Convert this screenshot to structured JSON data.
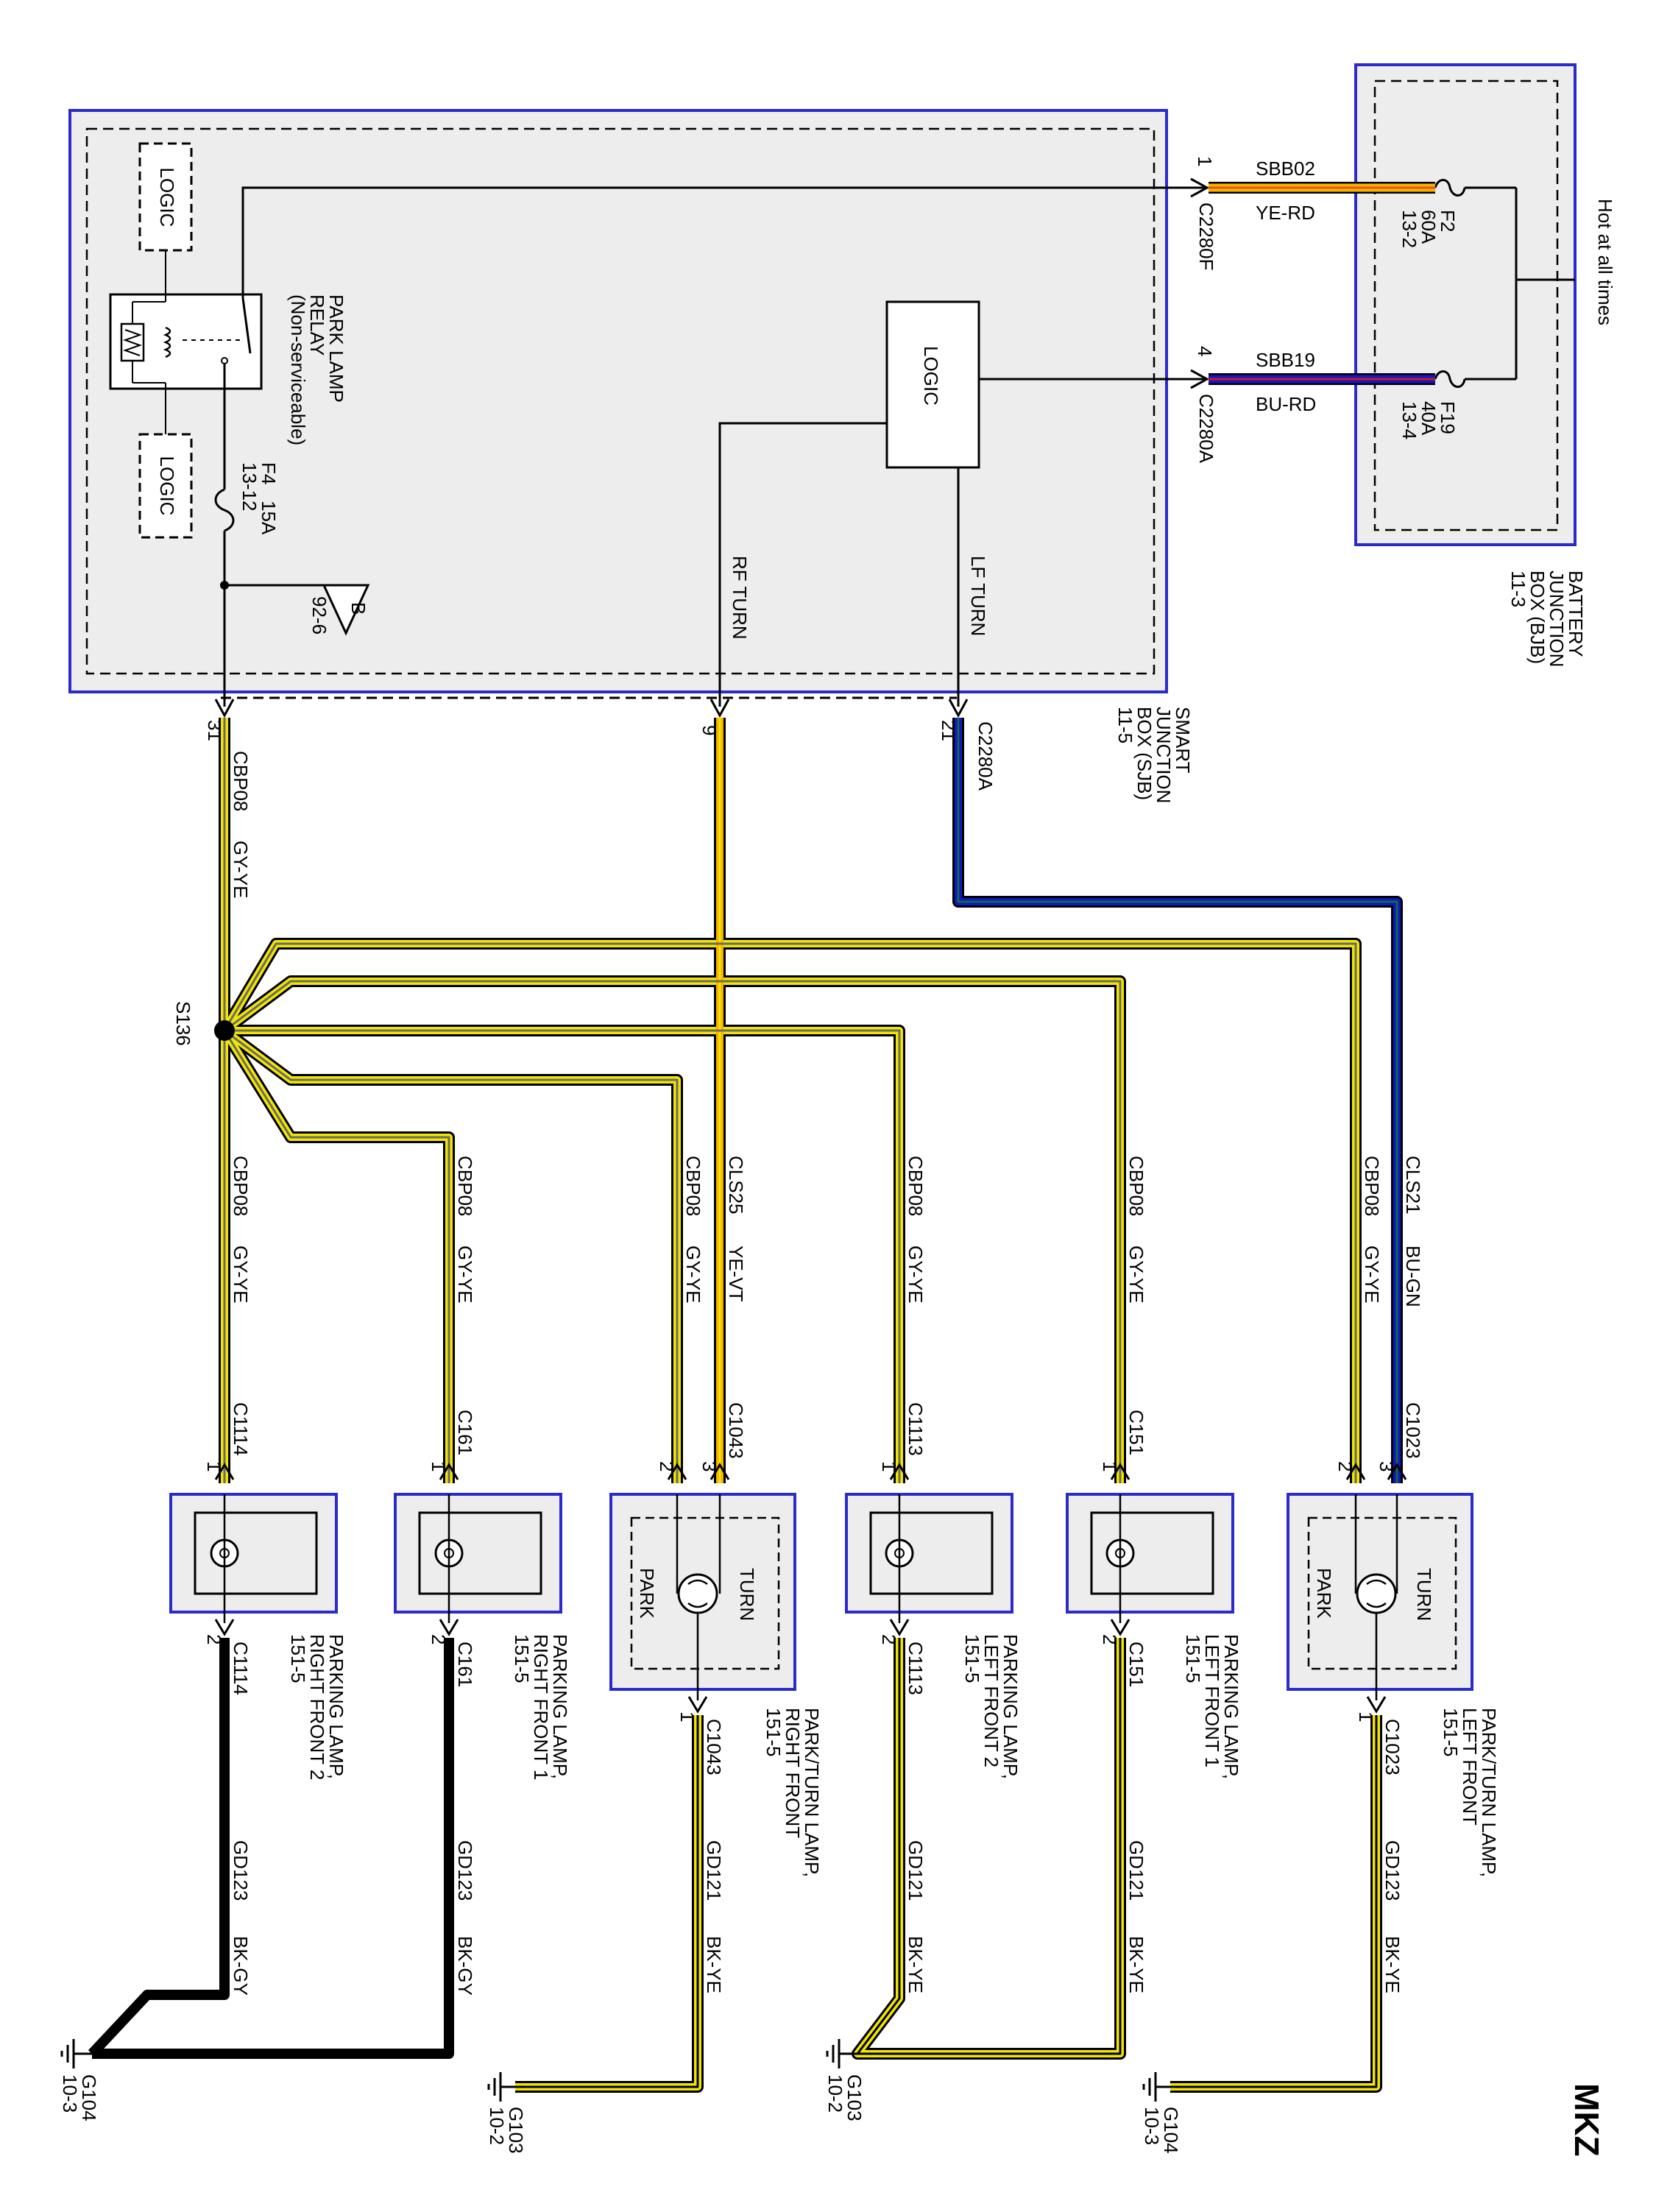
{
  "model": "MKZ",
  "hot_label": "Hot at all times",
  "bjb": {
    "label_l1": "BATTERY",
    "label_l2": "JUNCTION",
    "label_l3": "BOX (BJB)",
    "label_l4": "11-3",
    "fuse_f2": {
      "name": "F2",
      "rating": "60A",
      "ref": "13-2"
    },
    "fuse_f19": {
      "name": "F19",
      "rating": "40A",
      "ref": "13-4"
    }
  },
  "sjb": {
    "label_l1": "SMART",
    "label_l2": "JUNCTION",
    "label_l3": "BOX (SJB)",
    "label_l4": "11-5",
    "logic": "LOGIC",
    "relay_l1": "PARK LAMP",
    "relay_l2": "RELAY",
    "relay_l3": "(Non-serviceable)",
    "fuse_f4": {
      "name": "F4",
      "rating": "15A",
      "ref": "13-12"
    },
    "ground_ref": "92-6",
    "ground_letter": "B",
    "rf_turn": "RF TURN",
    "lf_turn": "LF TURN"
  },
  "connectors": {
    "c2280f": "C2280F",
    "c2280a": "C2280A",
    "pin1": "1",
    "pin4": "4",
    "pin31": "31",
    "pin9": "9",
    "pin21": "21"
  },
  "circuits": {
    "sbb02": {
      "name": "SBB02",
      "color": "YE-RD"
    },
    "sbb19": {
      "name": "SBB19",
      "color": "BU-RD"
    },
    "cbp08": {
      "name": "CBP08",
      "color": "GY-YE"
    },
    "cls25": {
      "name": "CLS25",
      "color": "YE-VT"
    },
    "cls21": {
      "name": "CLS21",
      "color": "BU-GN"
    },
    "gd123": {
      "name": "GD123",
      "color": "BK-GY"
    },
    "gd121": {
      "name": "GD121",
      "color": "BK-YE"
    },
    "gd123b": {
      "name": "GD123",
      "color": "BK-YE"
    }
  },
  "splice": "S136",
  "lamps": [
    {
      "title_l1": "PARKING LAMP,",
      "title_l2": "RIGHT FRONT 2",
      "ref": "151-5",
      "connector": "C1114",
      "pin_in": "1",
      "pin_out": "2"
    },
    {
      "title_l1": "PARKING LAMP,",
      "title_l2": "RIGHT FRONT 1",
      "ref": "151-5",
      "connector": "C161",
      "pin_in": "1",
      "pin_out": "2"
    },
    {
      "title_l1": "PARK/TURN LAMP,",
      "title_l2": "RIGHT FRONT",
      "ref": "151-5",
      "connector": "C1043",
      "pin_park": "2",
      "pin_turn": "3",
      "pin_out": "1",
      "park": "PARK",
      "turn": "TURN"
    },
    {
      "title_l1": "PARKING LAMP,",
      "title_l2": "LEFT FRONT 2",
      "ref": "151-5",
      "connector": "C1113",
      "pin_in": "1",
      "pin_out": "2"
    },
    {
      "title_l1": "PARKING LAMP,",
      "title_l2": "LEFT FRONT 1",
      "ref": "151-5",
      "connector": "C151",
      "pin_in": "1",
      "pin_out": "2"
    },
    {
      "title_l1": "PARK/TURN LAMP,",
      "title_l2": "LEFT FRONT",
      "ref": "151-5",
      "connector": "C1023",
      "pin_park": "2",
      "pin_turn": "3",
      "pin_out": "1",
      "park": "PARK",
      "turn": "TURN"
    }
  ],
  "grounds": [
    {
      "name": "G104",
      "ref": "10-3"
    },
    {
      "name": "G103",
      "ref": "10-2"
    },
    {
      "name": "G103",
      "ref": "10-2"
    },
    {
      "name": "G104",
      "ref": "10-3"
    }
  ],
  "colors": {
    "frame_blue": "#2b2bcc",
    "box_fill": "#ededed",
    "wire_yellow": "#f2e600",
    "wire_amber": "#f5b400",
    "wire_blue": "#1515c8",
    "wire_red": "#d01818",
    "wire_black": "#000000"
  }
}
